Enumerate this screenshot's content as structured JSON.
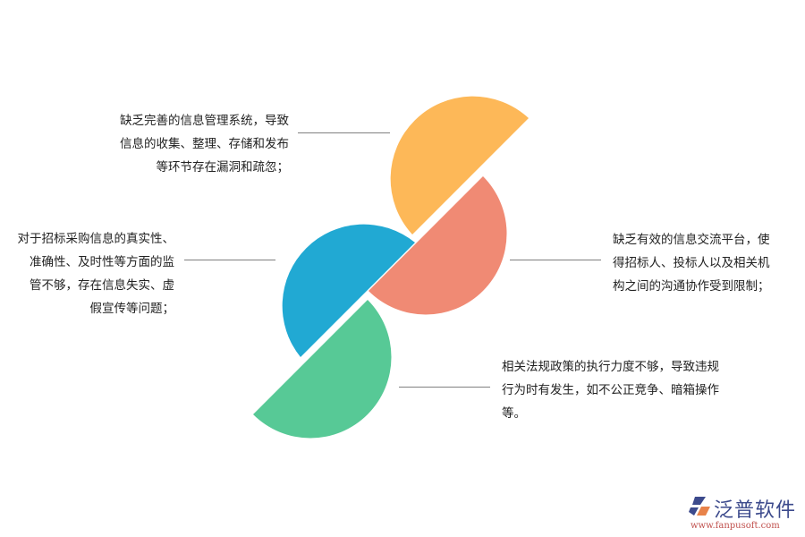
{
  "diagram": {
    "type": "four-half-disc pinwheel",
    "segments": [
      {
        "id": "top",
        "color": "#FDB858",
        "text_lines": [
          "缺乏完善的信息管理系统，导致",
          "信息的收集、整理、存储和发布",
          "等环节存在漏洞和疏忽；"
        ]
      },
      {
        "id": "right",
        "color": "#F08A74",
        "text_lines": [
          "缺乏有效的信息交流平台，使",
          "得招标人、投标人以及相关机",
          "构之间的沟通协作受到限制；"
        ]
      },
      {
        "id": "left",
        "color": "#21A9D3",
        "text_lines": [
          "对于招标采购信息的真实性、",
          "准确性、及时性等方面的监",
          "管不够，存在信息失实、虚",
          "假宣传等问题；"
        ]
      },
      {
        "id": "bottom",
        "color": "#57C996",
        "text_lines": [
          "相关法规政策的执行力度不够，导致违规",
          "行为时有发生，如不公正竞争、暗箱操作",
          "等。"
        ]
      }
    ],
    "connector_color": "#808080"
  },
  "logo": {
    "name": "泛普软件",
    "url": "www.fanpusoft.com",
    "icon": "fanpu-logo-icon",
    "colors": {
      "blue": "#3C4A8C",
      "orange": "#E8834A",
      "url_red": "#C0504D"
    }
  }
}
